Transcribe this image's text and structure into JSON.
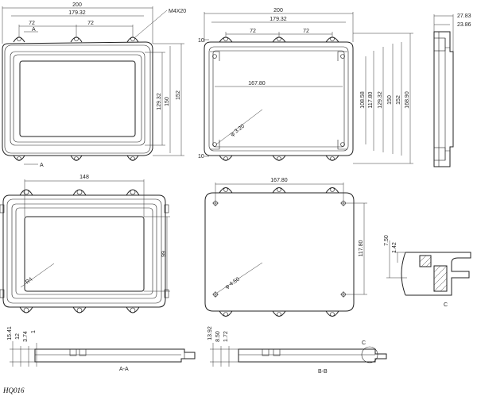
{
  "part_code": "HQ016",
  "top_left": {
    "overall_width": "200",
    "inner_width": "179.32",
    "pitch_left": "72",
    "pitch_right": "72",
    "thread": "M4X20",
    "section_mark_top": "A",
    "section_mark_bottom": "A",
    "height_inner": "129.32",
    "height_a": "150",
    "height_b": "152"
  },
  "top_right": {
    "overall_width": "200",
    "inner_width": "179.32",
    "pitch_left": "72",
    "pitch_right": "72",
    "window_width": "167.80",
    "hole_dia": "φ 3.20",
    "edge_offset": "10",
    "heights": [
      "108.58",
      "117.80",
      "129.32",
      "150",
      "152",
      "168.90"
    ]
  },
  "side_view": {
    "dim_total": "27.83",
    "dim_inner": "23.86"
  },
  "mid_left": {
    "width": "148",
    "height": "99",
    "corner_radius": "R4"
  },
  "mid_right": {
    "width": "167.80",
    "height": "117.80",
    "hole_dia": "φ 4.50"
  },
  "detail_c": {
    "dim_a": "7.50",
    "dim_b": "1.42",
    "label": "C"
  },
  "section_aa": {
    "label": "A-A",
    "dims": [
      "15.41",
      "12",
      "3.74",
      "1"
    ]
  },
  "section_bb": {
    "label": "B-B",
    "dims": [
      "13.92",
      "8.50",
      "1.72"
    ],
    "detail_mark": "C"
  },
  "palette": {
    "line": "#222222",
    "background": "#ffffff"
  }
}
